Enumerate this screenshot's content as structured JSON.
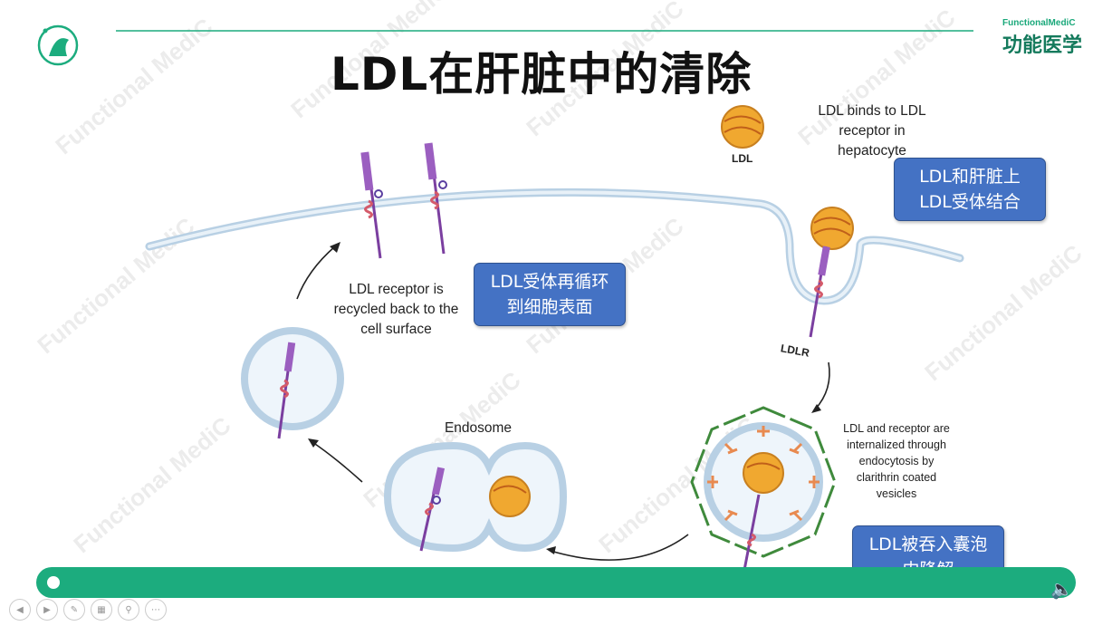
{
  "slide": {
    "title": "LDL在肝脏中的清除",
    "brand_en": "FunctionalMediC",
    "brand_cn": "功能医学",
    "watermark_text": "Functional MediC",
    "labels": {
      "ldl_binds": "LDL binds to LDL receptor in hepatocyte",
      "ldl": "LDL",
      "ldlr": "LDLR",
      "recycled": "LDL receptor is recycled back to the cell surface",
      "endosome": "Endosome",
      "internalized": "LDL and receptor are internalized through endocytosis by clarithrin coated vesicles"
    },
    "boxes": {
      "binding": "LDL和肝脏上LDL受体结合",
      "recycle": "LDL受体再循环到细胞表面",
      "engulf": "LDL被吞入囊泡内降解"
    }
  },
  "player": {
    "progress_fraction": 0.01,
    "controls": [
      "prev",
      "next",
      "pen",
      "grid",
      "zoom",
      "more"
    ]
  },
  "colors": {
    "accent": "#1cac7e",
    "box": "#4472c4",
    "membrane": "#b8d0e4",
    "receptor": "#7b3fa0",
    "ldl": "#f0a830",
    "clathrin": "#3f8a3c"
  }
}
